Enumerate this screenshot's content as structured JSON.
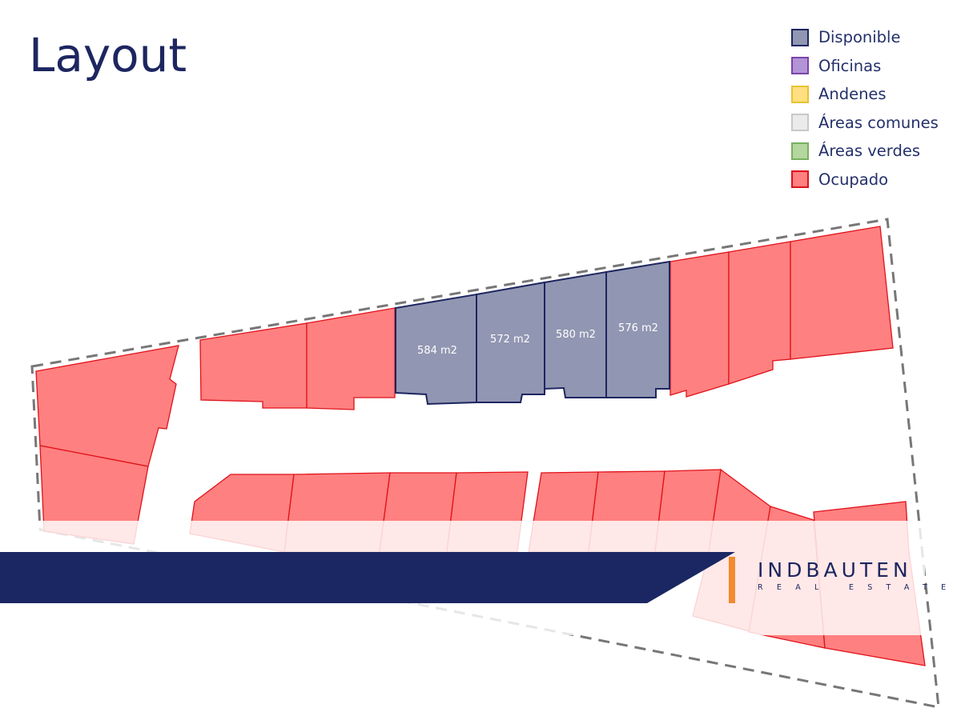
{
  "title": "Layout",
  "legend": [
    {
      "label": "Disponible",
      "fill": "#9196b2",
      "stroke": "#1d2660"
    },
    {
      "label": "Oficinas",
      "fill": "#b394d6",
      "stroke": "#7a45a8"
    },
    {
      "label": "Andenes",
      "fill": "#ffdf80",
      "stroke": "#e6c233"
    },
    {
      "label": "Áreas comunes",
      "fill": "#ebebeb",
      "stroke": "#c8c8c8"
    },
    {
      "label": "Áreas verdes",
      "fill": "#b4d6a0",
      "stroke": "#7ab060"
    },
    {
      "label": "Ocupado",
      "fill": "#ff8080",
      "stroke": "#e0111a"
    }
  ],
  "lots": [
    {
      "area": "584 m2",
      "status": "Disponible"
    },
    {
      "area": "572 m2",
      "status": "Disponible"
    },
    {
      "area": "580 m2",
      "status": "Disponible"
    },
    {
      "area": "576 m2",
      "status": "Disponible"
    }
  ],
  "brand": {
    "name": "INDBAUTEN",
    "subtitle": "REAL ESTATE",
    "navy": "#1b2762",
    "accent": "#f28b30"
  }
}
